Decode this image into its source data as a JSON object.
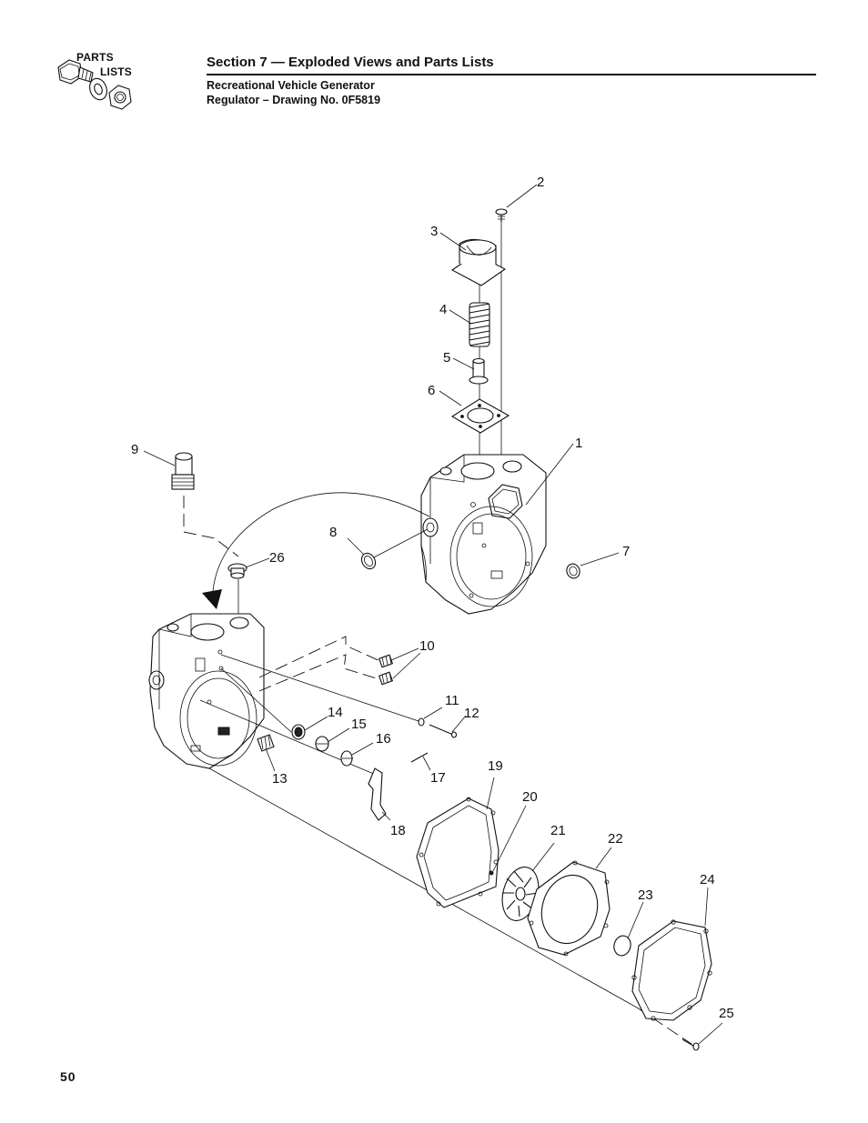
{
  "header": {
    "logo_line1": "PARTS",
    "logo_line2": "LISTS",
    "section_title": "Section 7 — Exploded Views and Parts Lists",
    "subtitle_line1": "Recreational Vehicle Generator",
    "subtitle_line2": "Regulator – Drawing No. 0F5819"
  },
  "callouts": {
    "c1": "1",
    "c2": "2",
    "c3": "3",
    "c4": "4",
    "c5": "5",
    "c6": "6",
    "c7": "7",
    "c8": "8",
    "c9": "9",
    "c10": "10",
    "c11": "11",
    "c12": "12",
    "c13": "13",
    "c14": "14",
    "c15": "15",
    "c16": "16",
    "c17": "17",
    "c18": "18",
    "c19": "19",
    "c20": "20",
    "c21": "21",
    "c22": "22",
    "c23": "23",
    "c24": "24",
    "c25": "25",
    "c26": "26"
  },
  "footer": {
    "page_number": "50"
  }
}
